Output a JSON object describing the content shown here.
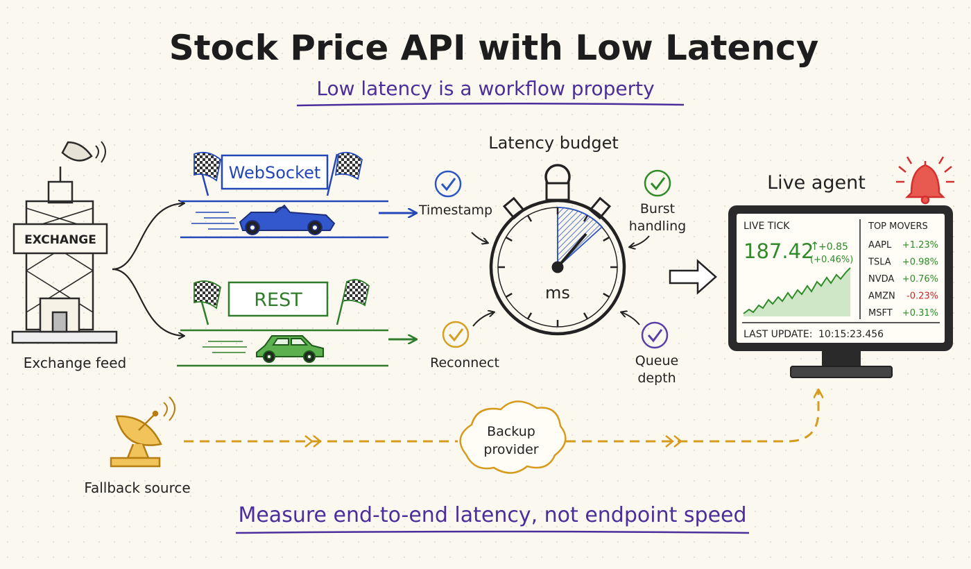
{
  "title": "Stock Price API with Low Latency",
  "subtitle": "Low latency is a workflow property",
  "footer": "Measure end-to-end latency, not endpoint speed",
  "exchange": {
    "sign": "EXCHANGE",
    "caption": "Exchange feed"
  },
  "feeds": {
    "websocket": {
      "label": "WebSocket",
      "color": "#2346b8"
    },
    "rest": {
      "label": "REST",
      "color": "#2f7d2a"
    }
  },
  "budget": {
    "title": "Latency budget",
    "unit": "ms",
    "checks": {
      "timestamp": {
        "label": "Timestamp",
        "color": "#2b54c4"
      },
      "burst": {
        "label1": "Burst",
        "label2": "handling",
        "color": "#2f8a2a"
      },
      "reconnect": {
        "label": "Reconnect",
        "color": "#d4a021"
      },
      "queue": {
        "label1": "Queue",
        "label2": "depth",
        "color": "#5a3ea8"
      }
    }
  },
  "agent": {
    "title": "Live agent",
    "live_tick_label": "LIVE TICK",
    "price": "187.42",
    "change": "+0.85",
    "change_pct": "(+0.46%)",
    "movers_title": "TOP MOVERS",
    "movers": [
      {
        "symbol": "AAPL",
        "change": "+1.23%",
        "direction": "up"
      },
      {
        "symbol": "TSLA",
        "change": "+0.98%",
        "direction": "up"
      },
      {
        "symbol": "NVDA",
        "change": "+0.76%",
        "direction": "up"
      },
      {
        "symbol": "AMZN",
        "change": "-0.23%",
        "direction": "down"
      },
      {
        "symbol": "MSFT",
        "change": "+0.31%",
        "direction": "up"
      }
    ],
    "last_update_label": "LAST UPDATE:",
    "last_update_time": "10:15:23.456",
    "up_color": "#2f8a2a",
    "down_color": "#c62828"
  },
  "fallback": {
    "caption": "Fallback source",
    "cloud1": "Backup",
    "cloud2": "provider",
    "color": "#d69a1c"
  },
  "accent_colors": {
    "title": "#1d1d1d",
    "subtitle": "#4b2e9c",
    "alarm": "#d32f2f"
  },
  "icons": [
    "satellite-dish-icon",
    "checkered-flag-icon",
    "race-car-icon",
    "car-icon",
    "check-icon",
    "stopwatch-icon",
    "alarm-bell-icon",
    "monitor-icon",
    "cloud-icon"
  ]
}
